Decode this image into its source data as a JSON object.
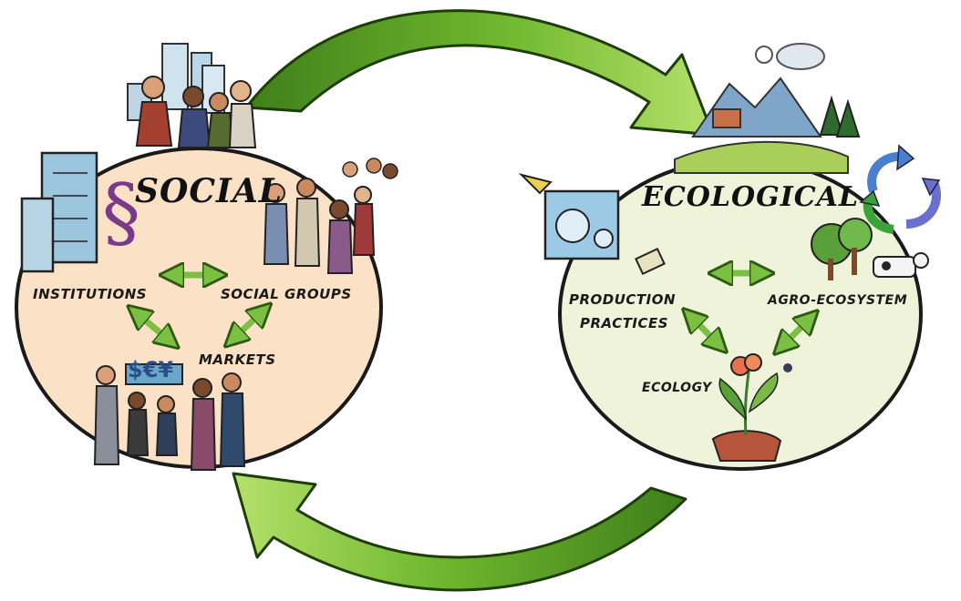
{
  "social": {
    "title": "SOCIAL",
    "nodes": {
      "institutions": "INSTITUTIONS",
      "social_groups": "SOCIAL GROUPS",
      "markets": "MARKETS"
    },
    "currency_symbols": "$€¥",
    "fill_color": "#fbe2c6"
  },
  "ecological": {
    "title": "ECOLOGICAL",
    "nodes": {
      "production_practices_line1": "PRODUCTION",
      "production_practices_line2": "PRACTICES",
      "agro_ecosystem": "AGRO-ECOSYSTEM",
      "ecology": "ECOLOGY"
    },
    "fill_color": "#eef3d9"
  },
  "colors": {
    "cycle_arrow": "#5a9a23",
    "cycle_arrow_light": "#9fd04a",
    "link_arrow": "#7bc043",
    "recycle_blue": "#4a7fd0",
    "recycle_green": "#3aa33a"
  }
}
